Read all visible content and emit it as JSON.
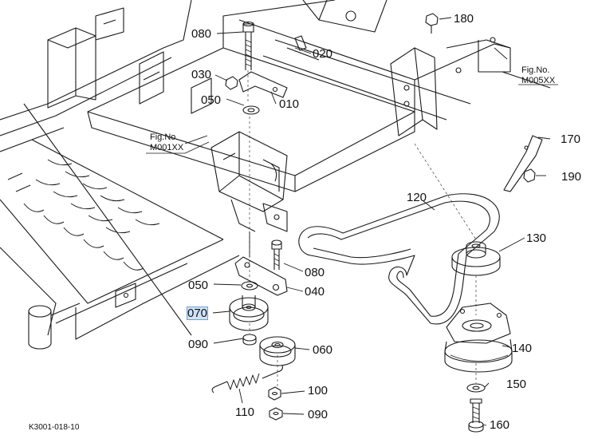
{
  "labels": {
    "p010": "010",
    "p020": "020",
    "p030": "030",
    "p040": "040",
    "p050a": "050",
    "p050b": "050",
    "p060": "060",
    "p070": "070",
    "p080a": "080",
    "p080b": "080",
    "p090a": "090",
    "p090b": "090",
    "p100": "100",
    "p110": "110",
    "p120": "120",
    "p130": "130",
    "p140": "140",
    "p150": "150",
    "p160": "160",
    "p170": "170",
    "p180": "180",
    "p190": "190"
  },
  "refs": {
    "fig_left_a": "Fig.No.",
    "fig_left_b": "M001XX",
    "fig_right_a": "Fig.No.",
    "fig_right_b": "M005XX"
  },
  "drawing_code": "K3001-018-10",
  "colors": {
    "line": "#1a1a1a",
    "highlight": "#cfe3f7"
  }
}
